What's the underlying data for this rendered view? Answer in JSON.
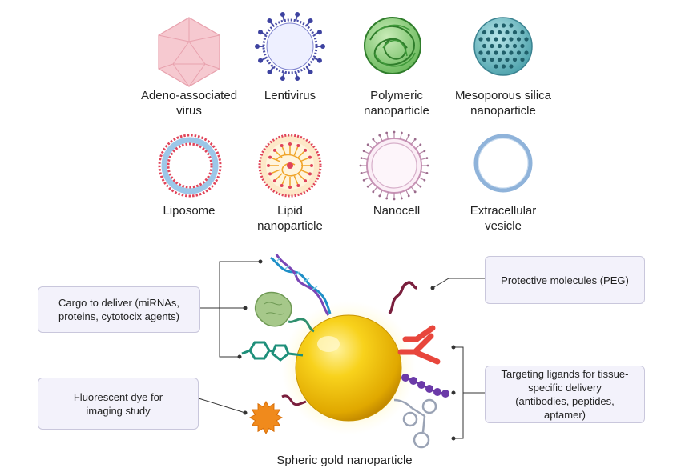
{
  "carriers": {
    "aav": {
      "l1": "Adeno-associated",
      "l2": "virus"
    },
    "lenti": {
      "l1": "Lentivirus"
    },
    "polymeric": {
      "l1": "Polymeric",
      "l2": "nanoparticle"
    },
    "mesoporous": {
      "l1": "Mesoporous silica",
      "l2": "nanoparticle"
    },
    "liposome": {
      "l1": "Liposome"
    },
    "lipid": {
      "l1": "Lipid",
      "l2": "nanoparticle"
    },
    "nanocell": {
      "l1": "Nanocell"
    },
    "ev": {
      "l1": "Extracellular",
      "l2": "vesicle"
    }
  },
  "gold": {
    "caption": "Spheric gold nanoparticle",
    "cargo": {
      "l1": "Cargo to deliver (miRNAs,",
      "l2": "proteins, cytotocix agents)"
    },
    "peg": "Protective molecules (PEG)",
    "dye": {
      "l1": "Fluorescent dye for",
      "l2": "imaging study"
    },
    "targeting": {
      "l1": "Targeting ligands for tissue-",
      "l2": "specific delivery",
      "l3": "(antibodies, peptides,",
      "l4": "aptamer)"
    }
  },
  "colors": {
    "gold": "#f5c400",
    "liposome_red": "#e0445a",
    "ev_blue": "#8fb3da",
    "lenti_purple": "#4b4fa8",
    "polymer_green": "#3f9a3a",
    "silica_teal": "#3f8f9a",
    "box_bg": "#f3f2fb"
  }
}
